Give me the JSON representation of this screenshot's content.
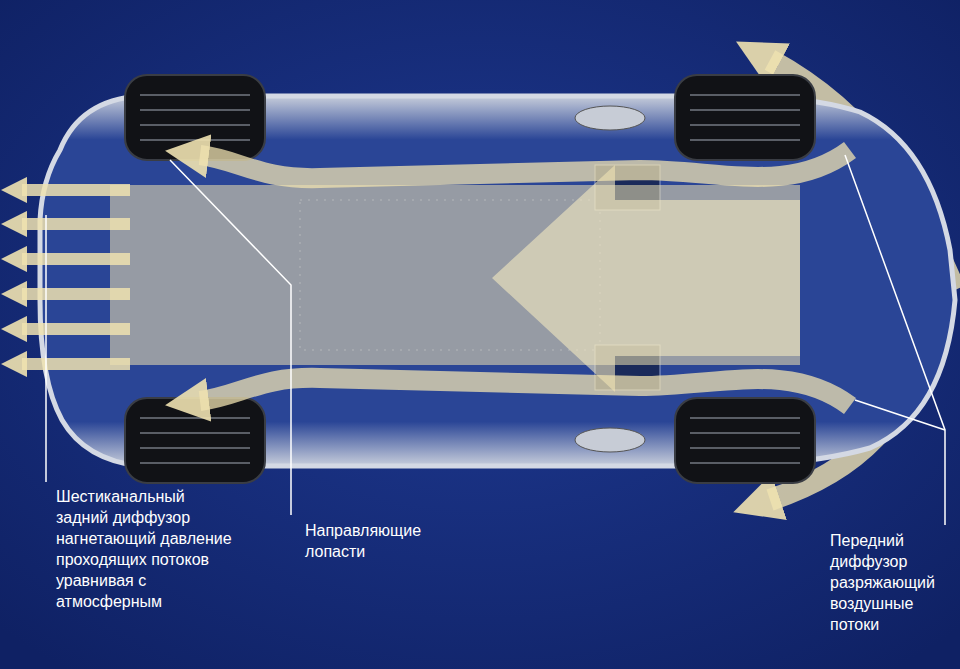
{
  "diagram": {
    "labels": [
      "Шестиканальный задний диффузор нагнетающий давление проходящих потоков уравнивая с атмосферным",
      "Направляющие лопасти",
      "Передний диффузор разряжающий воздушные потоки"
    ]
  }
}
